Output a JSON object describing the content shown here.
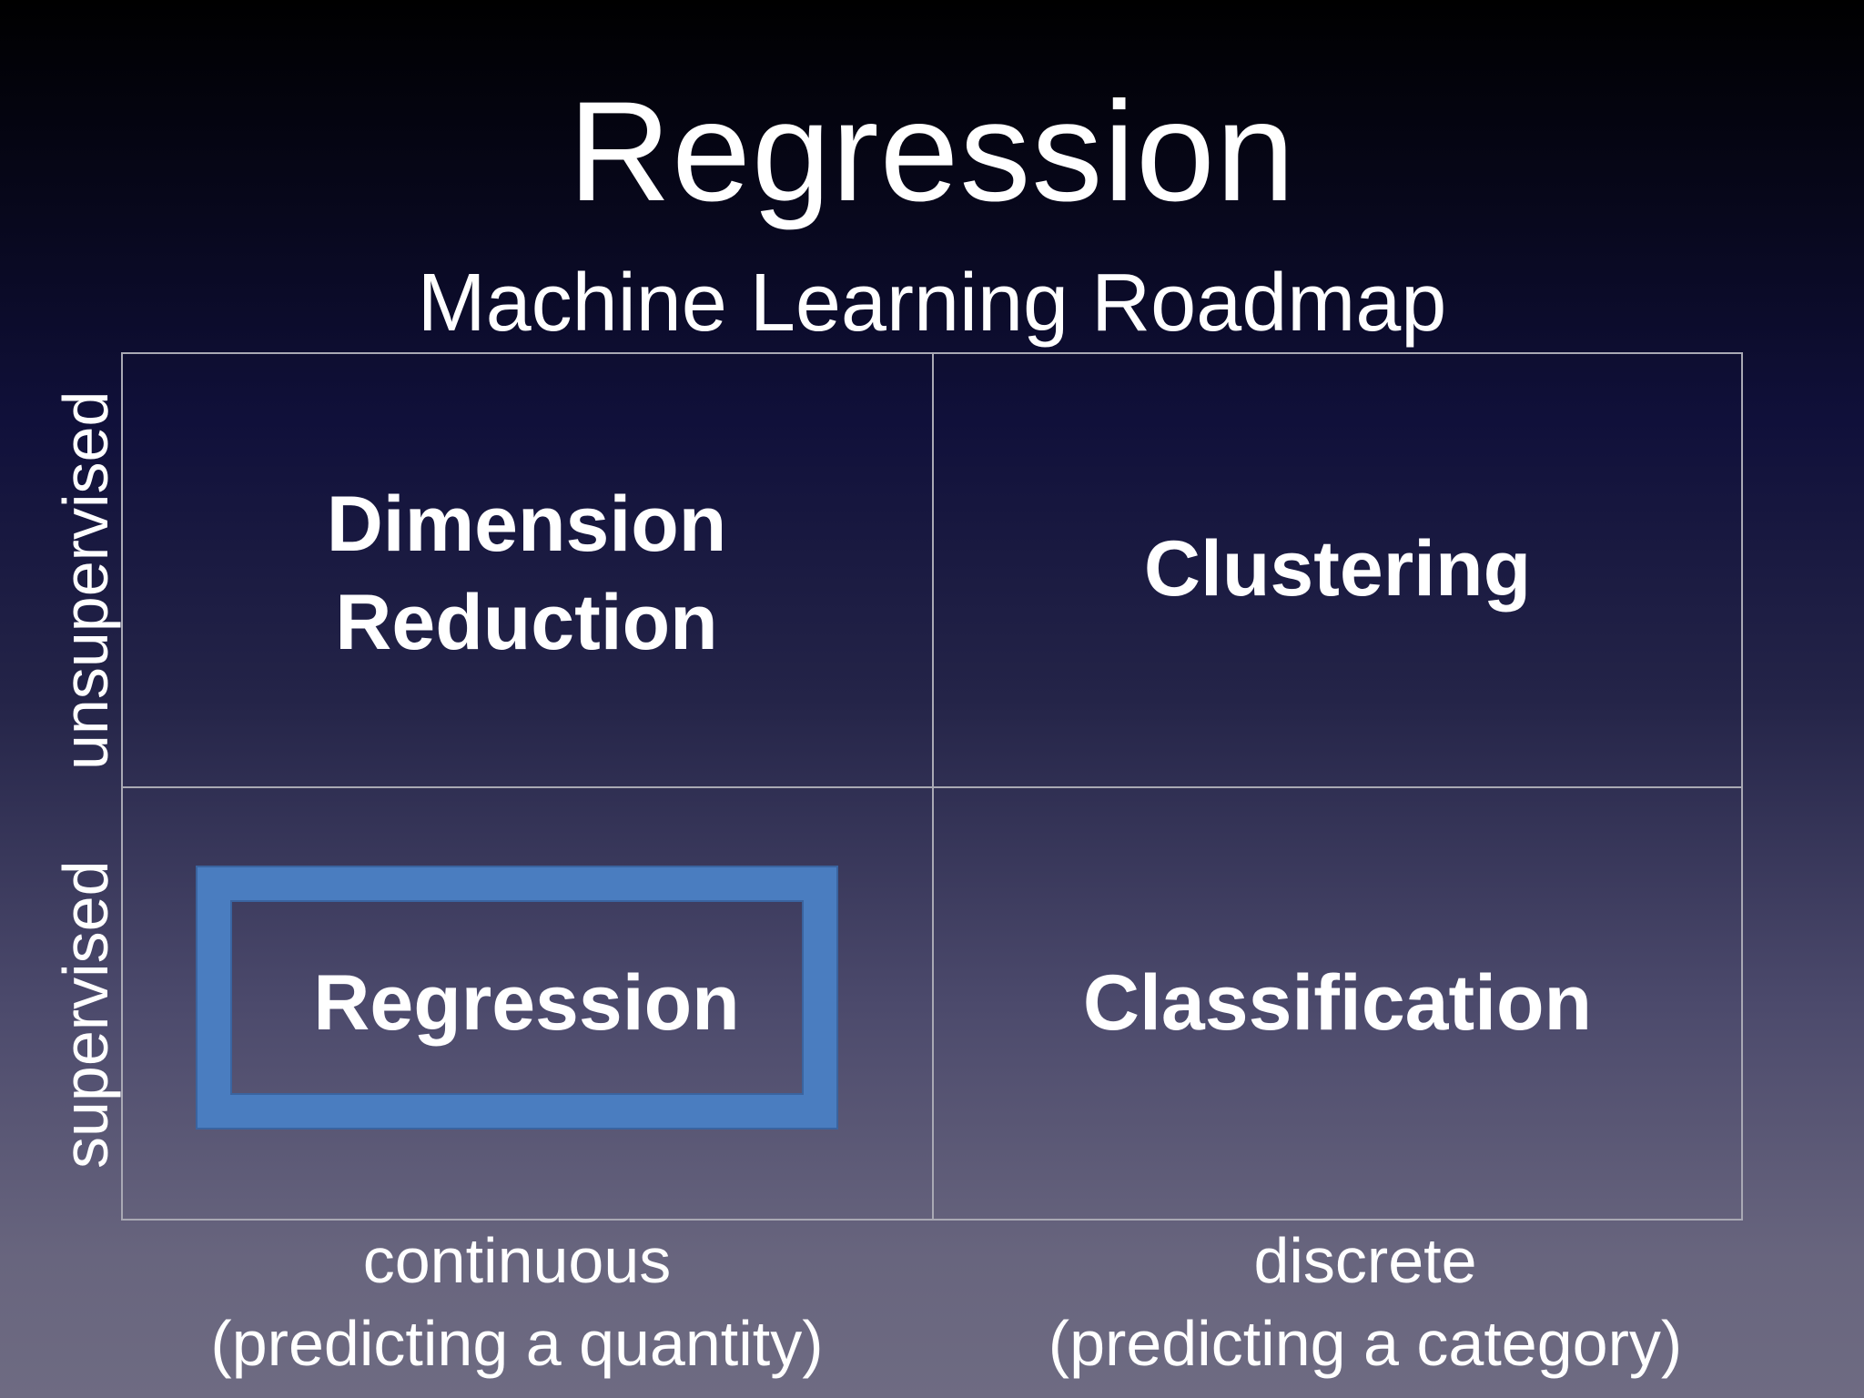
{
  "slide": {
    "title": "Regression",
    "subtitle": "Machine Learning Roadmap"
  },
  "diagram": {
    "cells": {
      "top_left": "Dimension\nReduction",
      "top_right": "Clustering",
      "bottom_left": "Regression",
      "bottom_right": "Classification"
    },
    "highlighted_cell": "bottom_left",
    "highlight_color": "#4a7dc0",
    "y_axis": {
      "top": "unsupervised",
      "bottom": "supervised"
    },
    "x_axis": {
      "left_line1": "continuous",
      "left_line2": "(predicting a quantity)",
      "right_line1": "discrete",
      "right_line2": "(predicting a category)"
    }
  }
}
